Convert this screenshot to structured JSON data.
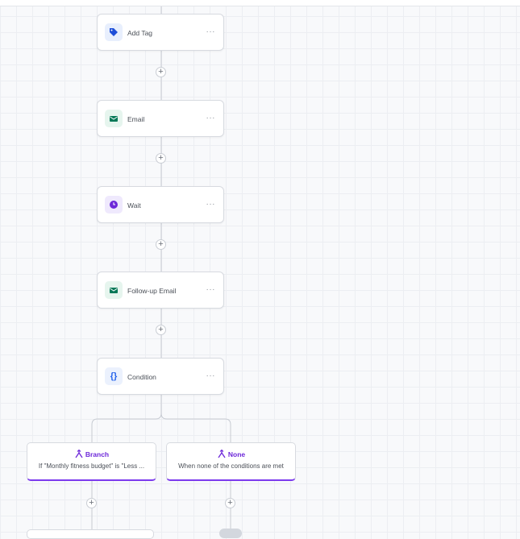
{
  "flow": {
    "nodes": [
      {
        "label": "Add Tag",
        "icon": "tag-icon",
        "color": "#1d4ed8",
        "bg": "#e8effd"
      },
      {
        "label": "Email",
        "icon": "envelope-icon",
        "color": "#047857",
        "bg": "#e6f5ee"
      },
      {
        "label": "Wait",
        "icon": "clock-icon",
        "color": "#6d28d9",
        "bg": "#efe9fd"
      },
      {
        "label": "Follow-up Email",
        "icon": "envelope-icon",
        "color": "#047857",
        "bg": "#e6f5ee"
      },
      {
        "label": "Condition",
        "icon": "braces-icon",
        "color": "#2563eb",
        "bg": "#ebf1fd"
      }
    ],
    "more_label": "···",
    "add_label": "+",
    "branches": [
      {
        "title": "Branch",
        "description": "If \"Monthly fitness budget\" is \"Less ..."
      },
      {
        "title": "None",
        "description": "When none of the conditions are met"
      }
    ]
  }
}
